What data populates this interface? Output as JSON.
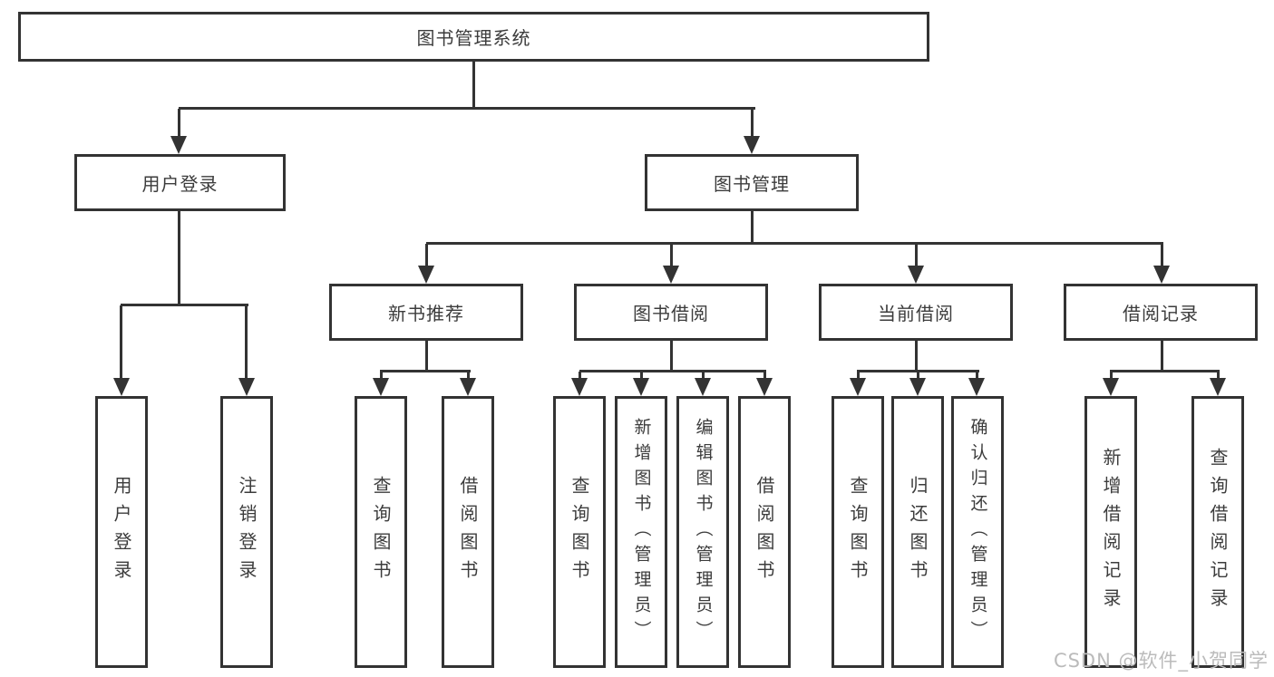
{
  "diagram": {
    "root": {
      "label": "图书管理系统"
    },
    "level2": [
      {
        "label": "用户登录"
      },
      {
        "label": "图书管理"
      }
    ],
    "level3": [
      {
        "label": "新书推荐"
      },
      {
        "label": "图书借阅"
      },
      {
        "label": "当前借阅"
      },
      {
        "label": "借阅记录"
      }
    ],
    "leaves": {
      "user_login": [
        "用户登录",
        "注销登录"
      ],
      "new_book_recommend": [
        "查询图书",
        "借阅图书"
      ],
      "book_borrow": [
        "查询图书",
        "新增图书（管理员）",
        "编辑图书（管理员）",
        "借阅图书"
      ],
      "current_borrow": [
        "查询图书",
        "归还图书",
        "确认归还（管理员）"
      ],
      "borrow_records": [
        "新增借阅记录",
        "查询借阅记录"
      ]
    }
  },
  "watermark": "CSDN @软件_小贺同学",
  "colors": {
    "line": "#333333",
    "text": "#3c3c3c",
    "watermark": "#bbbbbb",
    "background": "#ffffff"
  }
}
